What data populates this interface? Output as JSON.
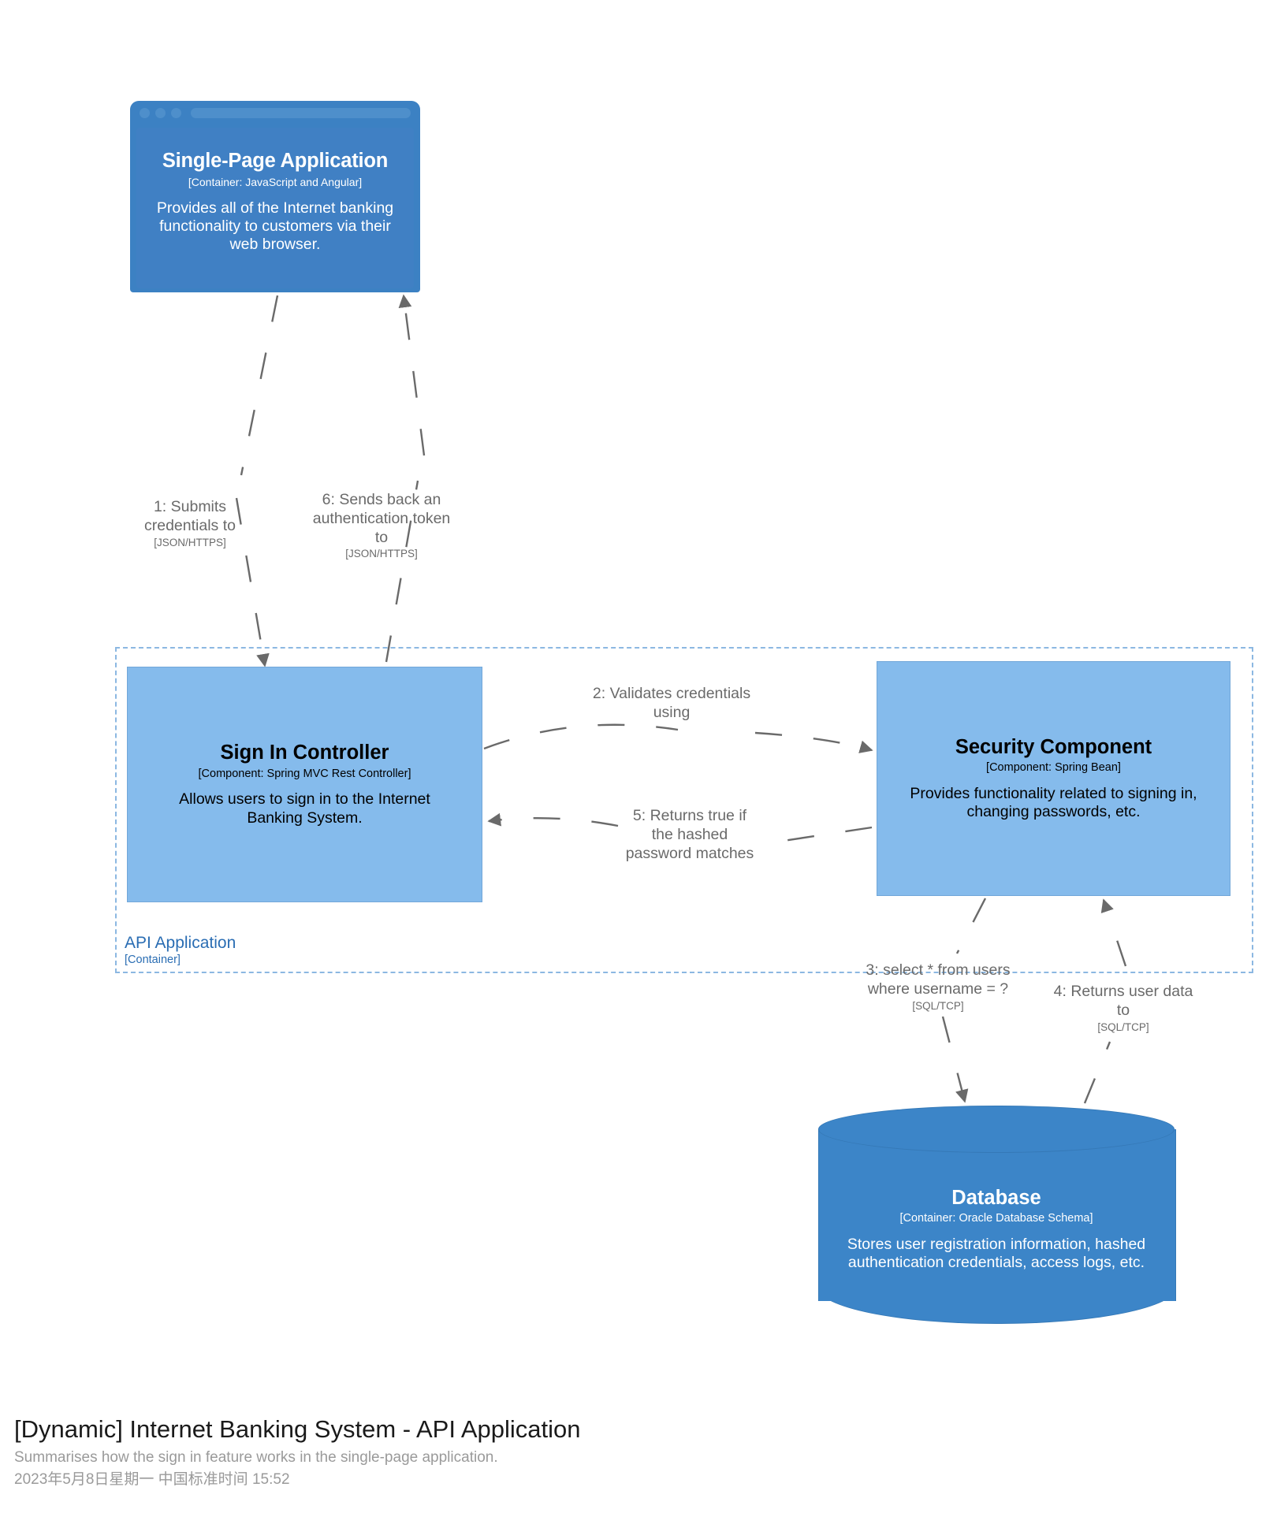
{
  "diagram": {
    "colors": {
      "container_blue": "#3C85C8",
      "component_blue": "#85BBEC",
      "boundary_dashed": "#8CB8E2",
      "boundary_label": "#2A6DB3",
      "edge_gray": "#6A6A6A"
    }
  },
  "nodes": {
    "spa": {
      "name": "Single-Page Application",
      "technology": "[Container: JavaScript and Angular]",
      "description": "Provides all of the Internet banking functionality to customers via their web browser."
    },
    "signin": {
      "name": "Sign In Controller",
      "technology": "[Component: Spring MVC Rest Controller]",
      "description": "Allows users to sign in to the Internet Banking System."
    },
    "security": {
      "name": "Security Component",
      "technology": "[Component: Spring Bean]",
      "description": "Provides functionality related to signing in, changing passwords, etc."
    },
    "database": {
      "name": "Database",
      "technology": "[Container: Oracle Database Schema]",
      "description": "Stores user registration information, hashed authentication credentials, access logs, etc."
    }
  },
  "boundary": {
    "name": "API Application",
    "type": "[Container]"
  },
  "relationships": [
    {
      "id": "1",
      "label": "1: Submits credentials to",
      "technology": "[JSON/HTTPS]"
    },
    {
      "id": "6",
      "label": "6: Sends back an authentication token to",
      "technology": "[JSON/HTTPS]"
    },
    {
      "id": "2",
      "label": "2: Validates credentials using",
      "technology": ""
    },
    {
      "id": "5",
      "label": "5: Returns true if the hashed password matches",
      "technology": ""
    },
    {
      "id": "3",
      "label": "3: select * from users where username = ?",
      "technology": "[SQL/TCP]"
    },
    {
      "id": "4",
      "label": "4: Returns user data to",
      "technology": "[SQL/TCP]"
    }
  ],
  "caption": {
    "title": "[Dynamic] Internet Banking System - API Application",
    "subtitle": "Summarises how the sign in feature works in the single-page application.",
    "date": "2023年5月8日星期一 中国标准时间 15:52"
  }
}
